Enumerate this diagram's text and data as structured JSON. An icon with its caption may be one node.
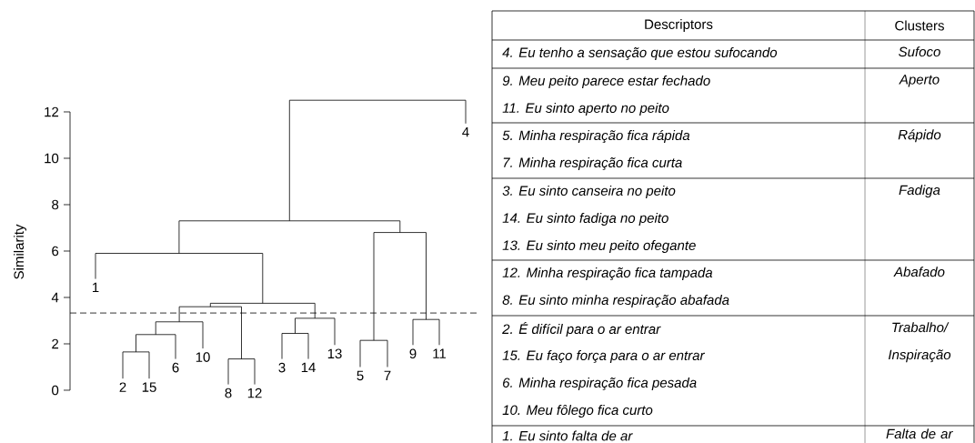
{
  "diagram": {
    "labels": [
      "0",
      "2",
      "4",
      "6",
      "8",
      "10",
      "12",
      "Similarity",
      "1",
      "2",
      "15",
      "6",
      "10",
      "8",
      "12",
      "3",
      "14",
      "13",
      "5",
      "7",
      "9",
      "11",
      "4",
      "Descriptors",
      "Clusters",
      "*4. Eu tenho a sensação que estou sufocando*",
      "*Sufoco*",
      "*9. Meu peito parece estar fechado*",
      "*Aperto*",
      "*11. Eu sinto aperto no peito*",
      "*5. Minha respiração fica rápida*",
      "*Rápido*",
      "*7. Minha respiração fica curta*",
      "*3. Eu sinto canseira no peito*",
      "*Fadiga*",
      "*14. Eu sinto fadiga no peito*",
      "*13. Eu sinto meu peito ofegante*",
      "*12. Minha respiração fica tampada*",
      "*Abafado*",
      "*8. Eu sinto minha respiração abafada*",
      "*2. É difícil para o ar entrar*",
      "*Trabalho/ Inspiração*",
      "*15. Eu faço força para o ar entrar*",
      "*6. Minha respiração fica pesada*",
      "*10. Meu fôlego fica curto*",
      "*1. Eu sinto falta de ar*",
      "*Falta de ar*"
    ]
  }
}
